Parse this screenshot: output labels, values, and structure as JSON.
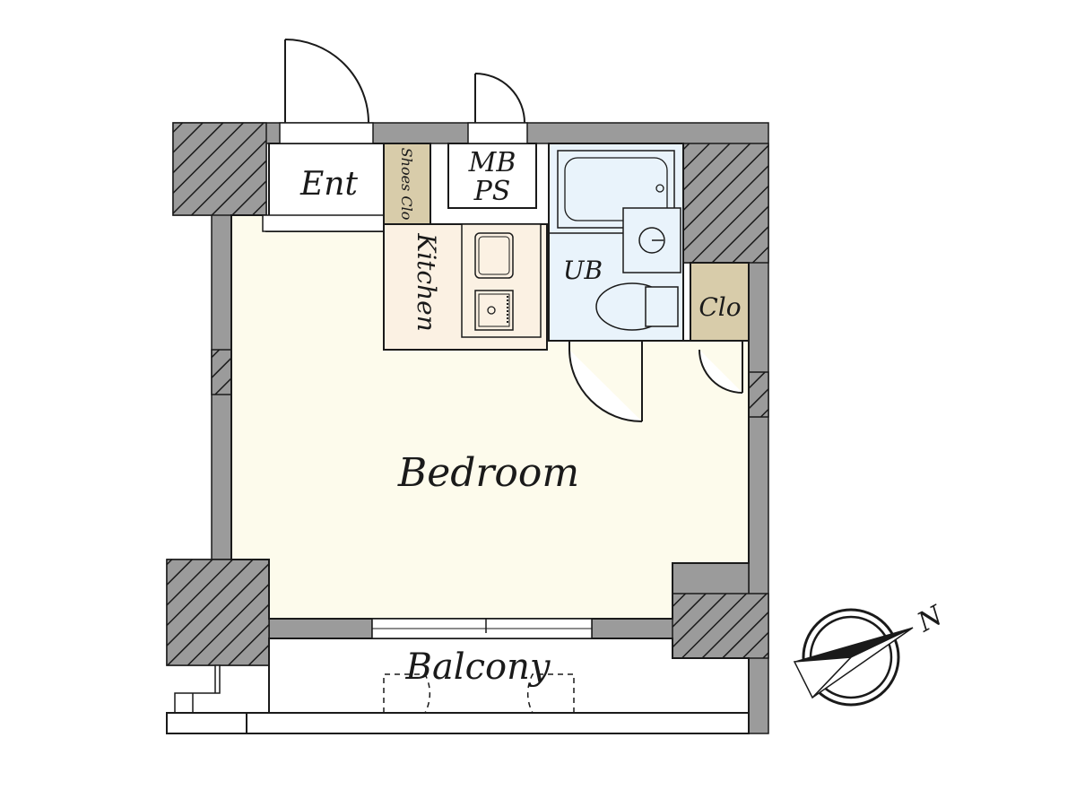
{
  "rooms": {
    "entrance": "Ent",
    "shoes_closet": "Shoes Clo",
    "meter_box": "MB",
    "pipe_space": "PS",
    "kitchen": "Kitchen",
    "unit_bath": "UB",
    "closet": "Clo",
    "bedroom": "Bedroom",
    "balcony": "Balcony"
  },
  "compass": {
    "north_label": "N"
  },
  "colors": {
    "wall": "#9b9b9b",
    "bedroom_floor": "#fdfbec",
    "kitchen_floor": "#fbf1e3",
    "bath_floor": "#e9f3fb",
    "closet_floor": "#d8ccaa",
    "outline": "#1a1a1a"
  }
}
